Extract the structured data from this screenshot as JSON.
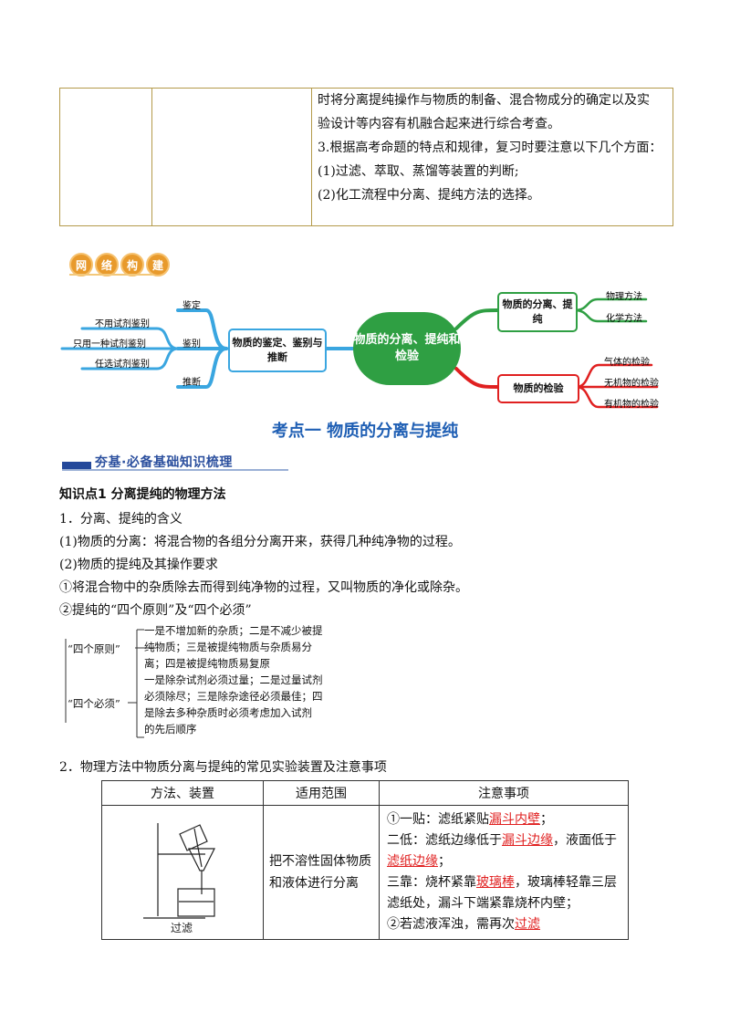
{
  "top_table": {
    "lines": [
      "时将分离提纯操作与物质的制备、混合物成分的确定以及实",
      "验设计等内容有机融合起来进行综合考查。",
      "3.根据高考命题的特点和规律，复习时要注意以下几个方面：",
      "(1)过滤、萃取、蒸馏等装置的判断;",
      "(2)化工流程中分离、提纯方法的选择。"
    ]
  },
  "banner": {
    "chars": [
      "网",
      "络",
      "构",
      "建"
    ]
  },
  "mindmap": {
    "center": "物质的分离、提纯和检验",
    "left_box": "物质的鉴定、鉴别与推断",
    "left_branches": {
      "top": "鉴定",
      "middle": "鉴别",
      "bottom": "推断"
    },
    "left_leaves": [
      "不用试剂鉴别",
      "只用一种试剂鉴别",
      "任选试剂鉴别"
    ],
    "right_top_box": "物质的分离、提纯",
    "right_top_leaves": [
      "物理方法",
      "化学方法"
    ],
    "right_bottom_box": "物质的检验",
    "right_bottom_leaves": [
      "气体的检验",
      "无机物的检验",
      "有机物的检验"
    ]
  },
  "kaodian_title": "考点一  物质的分离与提纯",
  "section_title": "夯基·必备基础知识梳理",
  "body": {
    "kp1": "知识点1 分离提纯的物理方法",
    "l1": "1．分离、提纯的含义",
    "l2": "(1)物质的分离：将混合物的各组分分离开来，获得几种纯净物的过程。",
    "l3": "(2)物质的提纯及其操作要求",
    "l4": "①将混合物中的杂质除去而得到纯净物的过程，又叫物质的净化或除杂。",
    "l5": "②提纯的“四个原则”及“四个必须”"
  },
  "principles": {
    "label1": "“四个原则”",
    "text1": [
      "一是不增加新的杂质；二是不减少被提",
      "纯物质；三是被提纯物质与杂质易分",
      "离；四是被提纯物质易复原"
    ],
    "label2": "“四个必须”",
    "text2": [
      "一是除杂试剂必须过量；二是过量试剂",
      "必须除尽；三是除杂途径必须最佳；四",
      "是除去多种杂质时必须考虑加入试剂",
      "的先后顺序"
    ]
  },
  "section2": "2．物理方法中物质分离与提纯的常见实验装置及注意事项",
  "table": {
    "headers": [
      "方法、装置",
      "适用范围",
      "注意事项"
    ],
    "row1": {
      "device_caption": "过滤",
      "scope": [
        "把不溶性固体物质",
        "和液体进行分离"
      ],
      "notes": {
        "n1_a": "①一贴：滤纸紧贴",
        "n1_red": "漏斗内壁",
        "n1_b": "；",
        "n2_a": "二低：滤纸边缘低于",
        "n2_red": "漏斗边缘",
        "n2_b": "，液面低于",
        "n3_red": "滤纸边缘",
        "n3_b": "；",
        "n4_a": "三靠：烧杯紧靠",
        "n4_red": "玻璃棒",
        "n4_b": "，玻璃棒轻靠三层",
        "n5": "滤纸处，漏斗下端紧靠烧杯内壁；",
        "n6_a": "②若滤液浑浊，需再次",
        "n6_red": "过滤"
      }
    }
  },
  "colors": {
    "green": "#2f9f43",
    "blue": "#3aa6e0",
    "red": "#e02020",
    "heading_blue": "#1f5fb4"
  }
}
